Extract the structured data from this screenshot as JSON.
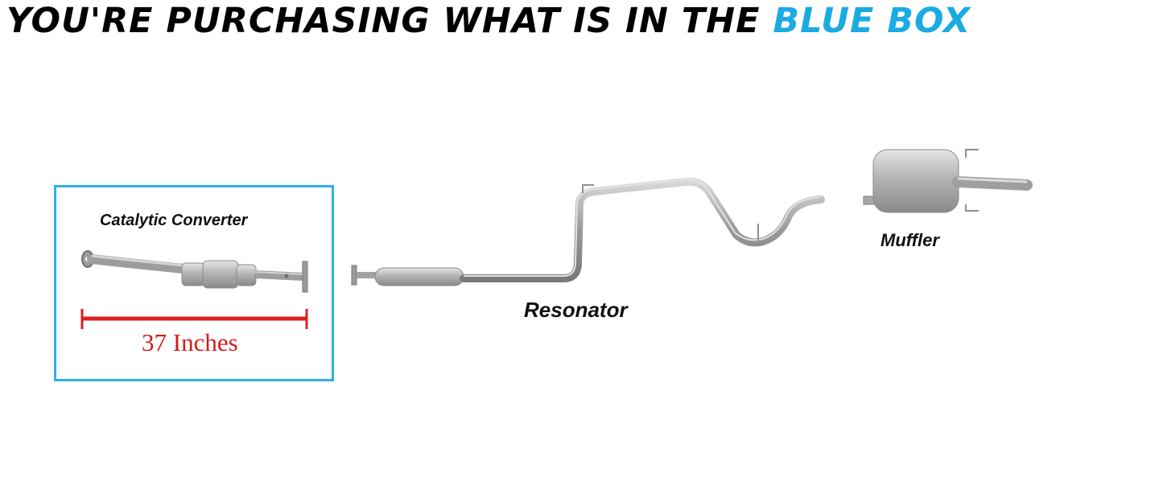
{
  "headline": {
    "prefix": "YOU'RE PURCHASING WHAT IS IN THE ",
    "highlight": "BLUE BOX"
  },
  "colors": {
    "accent": "#1aabe3",
    "box_border": "#2fb0e6",
    "measure": "#d51b1b",
    "metal": "#a6a6a6"
  },
  "parts": {
    "catalytic_converter": "Catalytic Converter",
    "resonator": "Resonator",
    "muffler": "Muffler"
  },
  "measurement": {
    "label": "37 Inches"
  }
}
